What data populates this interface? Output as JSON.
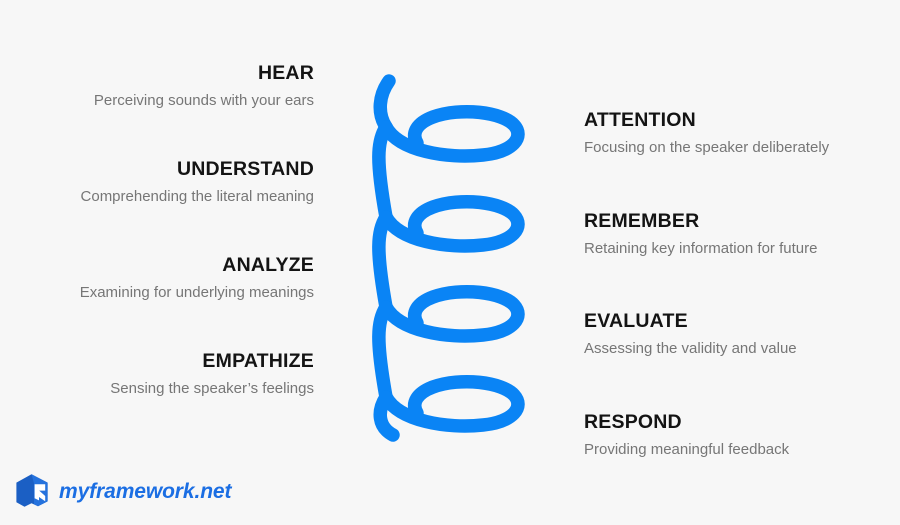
{
  "canvas": {
    "background_color": "#f7f7f7",
    "accent_color": "#0a84f5",
    "heading_color": "#141414",
    "body_color": "#767676"
  },
  "graphic": {
    "name": "spiral-coil",
    "stroke_color": "#0a84f5",
    "loops": 4
  },
  "left_column": [
    {
      "title": "HEAR",
      "desc": "Perceiving sounds with your ears"
    },
    {
      "title": "UNDERSTAND",
      "desc": "Comprehending the literal meaning"
    },
    {
      "title": "ANALYZE",
      "desc": "Examining for underlying meanings"
    },
    {
      "title": "EMPATHIZE",
      "desc": "Sensing the speaker’s feelings"
    }
  ],
  "right_column": [
    {
      "title": "ATTENTION",
      "desc": "Focusing on the speaker deliberately"
    },
    {
      "title": "REMEMBER",
      "desc": "Retaining key information for future"
    },
    {
      "title": "EVALUATE",
      "desc": "Assessing the validity and value"
    },
    {
      "title": "RESPOND",
      "desc": "Providing meaningful feedback"
    }
  ],
  "footer": {
    "logo_icon": "cube-logo-icon",
    "wordmark": "myframework.net",
    "wordmark_color": "#1b6ee3"
  }
}
